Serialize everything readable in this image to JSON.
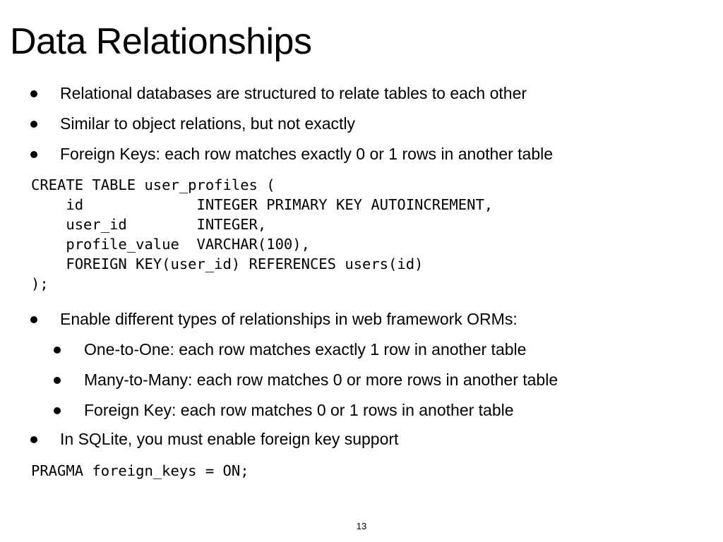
{
  "slide": {
    "title": "Data Relationships",
    "page_number": "13"
  },
  "bullets_top": [
    {
      "text": "Relational databases are structured to relate tables to each other"
    },
    {
      "text": "Similar to object relations, but not exactly"
    },
    {
      "text": "Foreign Keys: each row matches exactly 0 or 1 rows in another table"
    }
  ],
  "code_create_table": "CREATE TABLE user_profiles (\n    id             INTEGER PRIMARY KEY AUTOINCREMENT,\n    user_id        INTEGER,\n    profile_value  VARCHAR(100),\n    FOREIGN KEY(user_id) REFERENCES users(id)\n);",
  "bullets_orm": {
    "text": "Enable different types of relationships in web framework ORMs:",
    "sub_items": [
      {
        "text": "One-to-One: each row matches exactly 1 row in another table"
      },
      {
        "text": "Many-to-Many: each row matches 0 or more rows in another table"
      },
      {
        "text": "Foreign Key: each row matches 0 or 1 rows in another table"
      }
    ]
  },
  "bullet_sqlite": {
    "text": "In SQLite, you must enable foreign key support"
  },
  "code_pragma": "PRAGMA foreign_keys = ON;"
}
